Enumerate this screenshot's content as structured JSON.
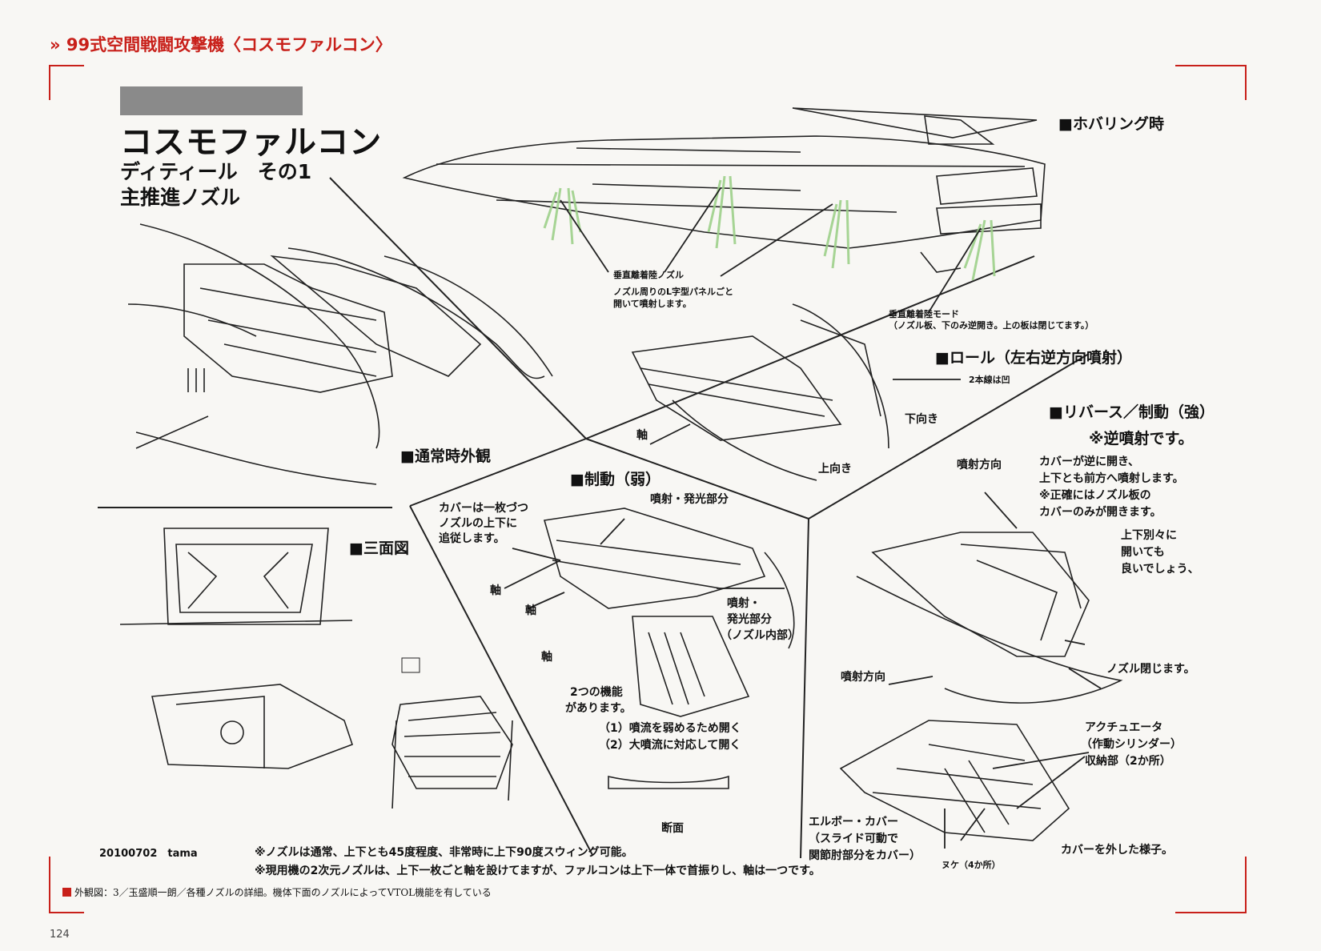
{
  "header": {
    "breadcrumb_icon": "double-chevron-right",
    "title": "99式空間戦闘攻撃機〈コスモファルコン〉"
  },
  "sheet": {
    "title": "コスモファルコン",
    "subtitle": "ディティール　その1",
    "subject": "主推進ノズル"
  },
  "sections": {
    "hovering": "■ホバリング時",
    "normal": "■通常時外観",
    "brake_weak": "■制動（弱）",
    "three_view": "■三面図",
    "roll": "■ロール（左右逆方向噴射）",
    "reverse": "■リバース／制動（強）",
    "reverse_note": "※逆噴射です。"
  },
  "labels": {
    "vtol_nozzle": "垂直離着陸ノズル",
    "vtol_panel": [
      "ノズル周りのL字型パネルごと",
      "開いて噴射します。"
    ],
    "vtol_mode": "垂直離着陸モード",
    "vtol_mode_note": "（ノズル板、下のみ逆開き。上の板は閉じてます。）",
    "two_lines": "2本線は凹",
    "down": "下向き",
    "up": "上向き",
    "axis": "軸",
    "cover_follow": [
      "カバーは一枚づつ",
      "ノズルの上下に",
      "追従します。"
    ],
    "emit_glow": "噴射・発光部分",
    "emit_glow_inner": [
      "噴射・",
      "発光部分",
      "（ノズル内部）"
    ],
    "two_functions": [
      "2つの機能",
      "があります。"
    ],
    "function_1": "（1）噴流を弱めるため開く",
    "function_2": "（2）大噴流に対応して開く",
    "section_view": "断面",
    "thrust_dir": "噴射方向",
    "reverse_desc": [
      "カバーが逆に開き、",
      "上下とも前方へ噴射します。",
      "※正確にはノズル板の",
      "カバーのみが開きます。"
    ],
    "separate_open": [
      "上下別々に",
      "開いても",
      "良いでしょう、"
    ],
    "nozzle_closed": "ノズル閉じます。",
    "actuator": [
      "アクチュエータ",
      "（作動シリンダー）",
      "収納部（2か所）"
    ],
    "elbow_cover": [
      "エルボー・カバー",
      "（スライド可動で",
      "関節肘部分をカバー）"
    ],
    "nuke": "ヌケ（4か所）",
    "cover_removed": "カバーを外した様子。"
  },
  "footer": {
    "date_sign": "20100702　tama",
    "note_1": "※ノズルは通常、上下とも45度程度、非常時に上下90度スウィング可能。",
    "note_2": "※現用機の2次元ノズルは、上下一枚ごと軸を設けてますが、ファルコンは上下一体で首振りし、軸は一つです。",
    "caption": "外観図：3／玉盛順一朗／各種ノズルの詳細。機体下面のノズルによってVTOL機能を有している",
    "page_number": "124"
  },
  "colors": {
    "accent": "#c8201a",
    "exhaust": "#9ccf8a",
    "ink": "#222222",
    "redact": "#8a8a8a"
  }
}
